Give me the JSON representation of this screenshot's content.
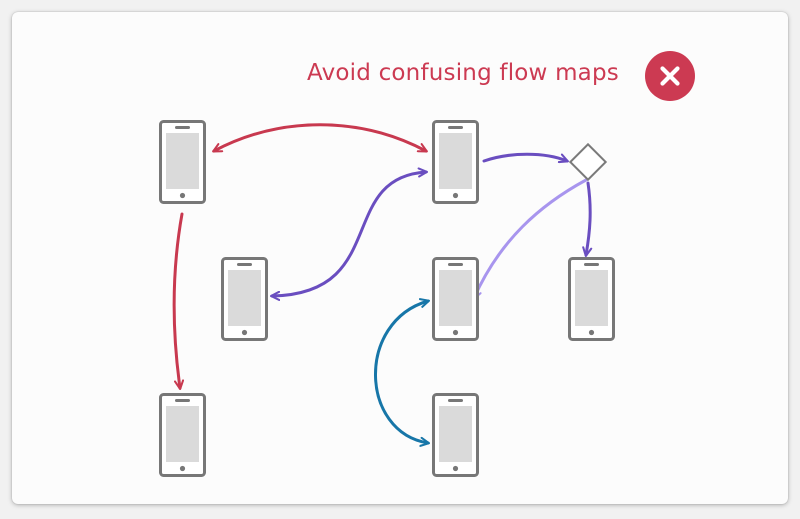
{
  "heading": {
    "text": "Avoid confusing flow maps",
    "color": "#cc3a52"
  },
  "badge": {
    "icon": "close-icon",
    "background": "#cc3a52",
    "foreground": "#ffffff"
  },
  "colors": {
    "device_frame": "#777777",
    "device_screen": "#dadada",
    "device_body": "#ffffff",
    "decision_fill": "#ffffff",
    "decision_stroke": "#7a7a7a",
    "arrow_red": "#c8394f",
    "arrow_purple": "#6a4ec0",
    "arrow_lavender": "#a895ee",
    "arrow_blue": "#1776a8"
  },
  "nodes": [
    {
      "id": "phone-top-left",
      "kind": "device"
    },
    {
      "id": "phone-top-middle",
      "kind": "device"
    },
    {
      "id": "decision",
      "kind": "decision"
    },
    {
      "id": "phone-middle-left",
      "kind": "device"
    },
    {
      "id": "phone-center",
      "kind": "device"
    },
    {
      "id": "phone-middle-right",
      "kind": "device"
    },
    {
      "id": "phone-bottom-left",
      "kind": "device"
    },
    {
      "id": "phone-bottom-middle",
      "kind": "device"
    }
  ],
  "connections": [
    {
      "from": "phone-top-left",
      "to": "phone-top-middle",
      "color": "arrow_red",
      "direction": "both"
    },
    {
      "from": "phone-top-left",
      "to": "phone-bottom-left",
      "color": "arrow_red",
      "direction": "forward"
    },
    {
      "from": "phone-middle-left",
      "to": "phone-top-middle",
      "color": "arrow_purple",
      "direction": "both"
    },
    {
      "from": "phone-top-middle",
      "to": "decision",
      "color": "arrow_purple",
      "direction": "forward"
    },
    {
      "from": "decision",
      "to": "phone-middle-right",
      "color": "arrow_purple",
      "direction": "forward"
    },
    {
      "from": "decision",
      "to": "phone-center",
      "color": "arrow_lavender",
      "direction": "forward"
    },
    {
      "from": "phone-center",
      "to": "phone-bottom-middle",
      "color": "arrow_blue",
      "direction": "both"
    }
  ]
}
